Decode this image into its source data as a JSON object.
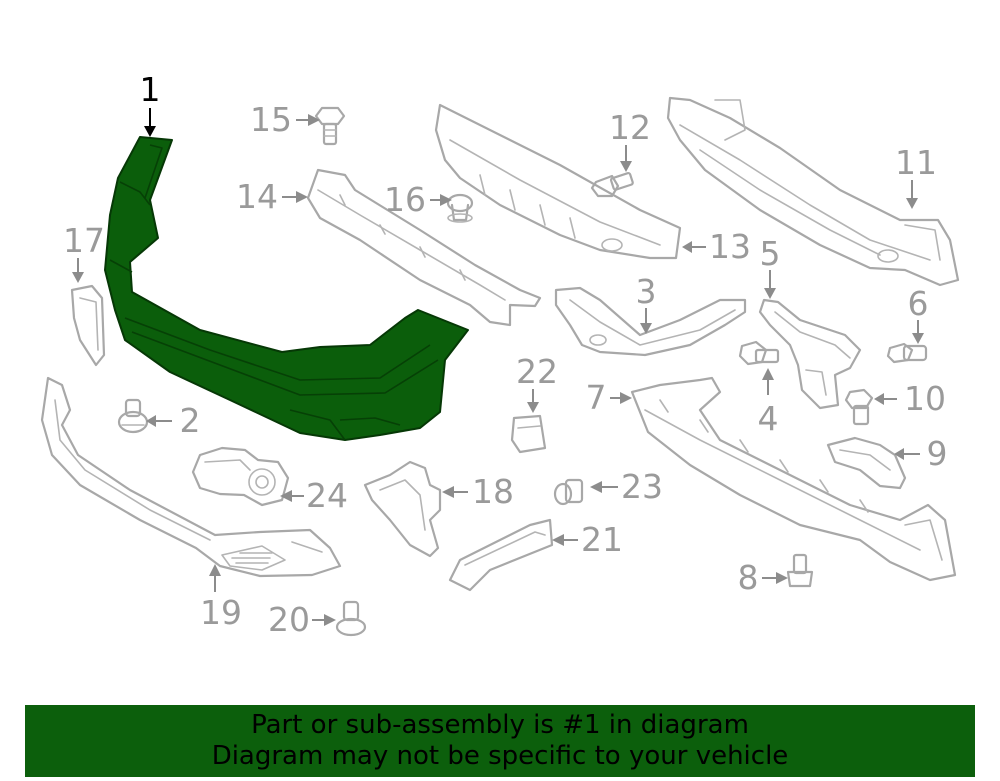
{
  "diagram": {
    "highlighted_part": "1",
    "highlight_color": "#0b5e0b",
    "part_color": "#a8a8a8",
    "callouts": [
      "1",
      "2",
      "3",
      "4",
      "5",
      "6",
      "7",
      "8",
      "9",
      "10",
      "11",
      "12",
      "13",
      "14",
      "15",
      "16",
      "17",
      "18",
      "19",
      "20",
      "21",
      "22",
      "23",
      "24"
    ]
  },
  "footer": {
    "background": "#0c5f0c",
    "line1": "Part or sub-assembly is #1 in diagram",
    "line2": "Diagram may not be specific to your vehicle"
  }
}
